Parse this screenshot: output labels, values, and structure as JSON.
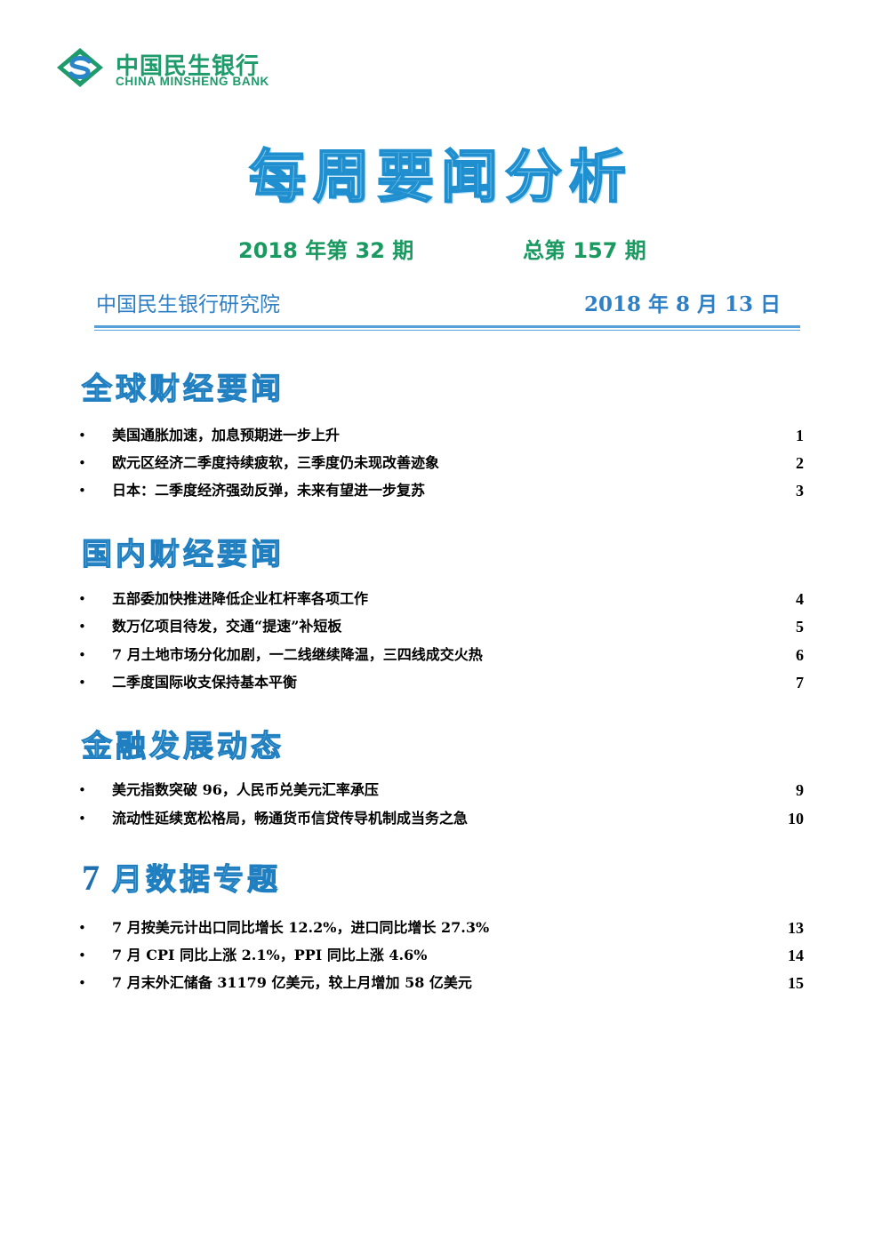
{
  "logo": {
    "name_cn": "中国民生银行",
    "name_en": "CHINA MINSHENG BANK",
    "colors": {
      "primary": "#1e9b6b",
      "accent": "#2a86c9"
    }
  },
  "title": "每周要闻分析",
  "issue": {
    "year_issue": "2018 年第 32 期",
    "total_issue": "总第 157 期"
  },
  "header": {
    "institute": "中国民生银行研究院",
    "date": "2018 年 8 月 13 日"
  },
  "sections": [
    {
      "title": "全球财经要闻",
      "items": [
        {
          "text": "美国通胀加速，加息预期进一步上升",
          "page": "1"
        },
        {
          "text": "欧元区经济二季度持续疲软，三季度仍未现改善迹象",
          "page": "2"
        },
        {
          "text": "日本：二季度经济强劲反弹，未来有望进一步复苏",
          "page": "3"
        }
      ]
    },
    {
      "title": "国内财经要闻",
      "items": [
        {
          "text": "五部委加快推进降低企业杠杆率各项工作",
          "page": "4"
        },
        {
          "text": "数万亿项目待发，交通“提速”补短板",
          "page": "5"
        },
        {
          "text": "7 月土地市场分化加剧，一二线继续降温，三四线成交火热",
          "page": "6"
        },
        {
          "text": "二季度国际收支保持基本平衡",
          "page": "7"
        }
      ]
    },
    {
      "title": "金融发展动态",
      "items": [
        {
          "text": "美元指数突破 96，人民币兑美元汇率承压",
          "page": "9"
        },
        {
          "text": "流动性延续宽松格局，畅通货币信贷传导机制成当务之急",
          "page": "10"
        }
      ]
    },
    {
      "title_num": "7",
      "title": "月数据专题",
      "items": [
        {
          "text": "7 月按美元计出口同比增长 12.2%，进口同比增长 27.3%",
          "page": "13"
        },
        {
          "text": "7 月 CPI 同比上涨 2.1%，PPI 同比上涨 4.6%",
          "page": "14"
        },
        {
          "text": "7 月末外汇储备 31179 亿美元，较上月增加 58 亿美元",
          "page": "15"
        }
      ]
    }
  ],
  "bullet_glyph": "•"
}
